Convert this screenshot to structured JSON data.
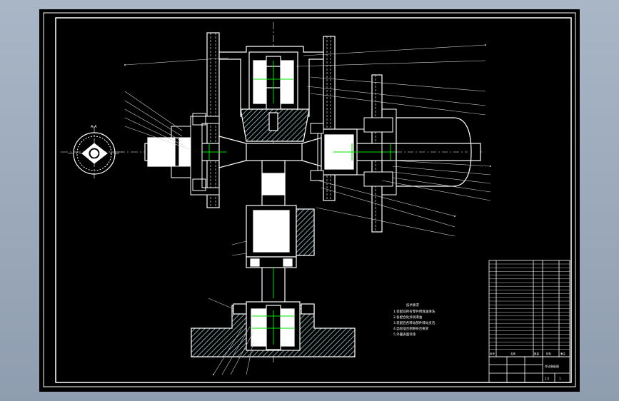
{
  "colors": {
    "background": "#000000",
    "line": "#ffffff",
    "center_line": "#00e000",
    "leader": "#cfcfcf"
  },
  "view_label": "A-A",
  "notes_title": "技术要求",
  "notes": [
    "1.装配前所有零件用煤油清洗",
    "2.各配合处涂润滑油",
    "3.装配后各转动部件转动灵活",
    "4.齿轮啮合侧隙符合要求",
    "5.外露表面涂漆"
  ],
  "parts_list_header": [
    "序号",
    "名称",
    "数量",
    "材料",
    "备注"
  ],
  "title_block": {
    "drawing_name": "传动装配图",
    "scale": "1:2",
    "sheet": "1"
  }
}
